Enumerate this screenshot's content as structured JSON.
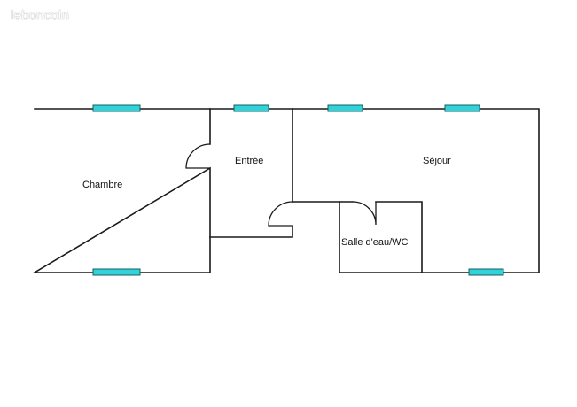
{
  "watermark": "leboncoin",
  "rooms": {
    "chambre": "Chambre",
    "entree": "Entrée",
    "sejour": "Séjour",
    "salle_eau": "Salle d'eau/WC"
  },
  "colors": {
    "wall": "#1a1a1a",
    "window_fill": "#2fd3d9",
    "window_stroke": "#1b5c5c",
    "background": "#ffffff"
  }
}
